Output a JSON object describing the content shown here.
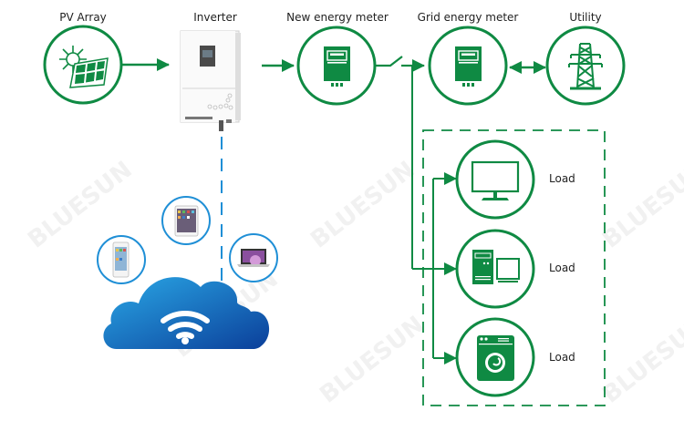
{
  "nodes": {
    "pv_array": {
      "label": "PV Array",
      "icon": "solar-panel-icon"
    },
    "inverter": {
      "label": "Inverter",
      "icon": "inverter-device"
    },
    "new_meter": {
      "label": "New energy meter",
      "icon": "energy-meter-icon"
    },
    "grid_meter": {
      "label": "Grid energy meter",
      "icon": "energy-meter-icon"
    },
    "utility": {
      "label": "Utility",
      "icon": "power-tower-icon"
    }
  },
  "loads": [
    {
      "label": "Load",
      "icon": "monitor-icon"
    },
    {
      "label": "Load",
      "icon": "desktop-computer-icon"
    },
    {
      "label": "Load",
      "icon": "washing-machine-icon"
    }
  ],
  "cloud": {
    "icon": "wifi-cloud-icon",
    "devices": [
      "smartphone-icon",
      "tablet-icon",
      "laptop-icon"
    ]
  },
  "watermark": "BLUESUN",
  "colors": {
    "green": "#0f8a43",
    "blue": "#1f8fd6",
    "cloud_dark": "#0d4fa8"
  }
}
